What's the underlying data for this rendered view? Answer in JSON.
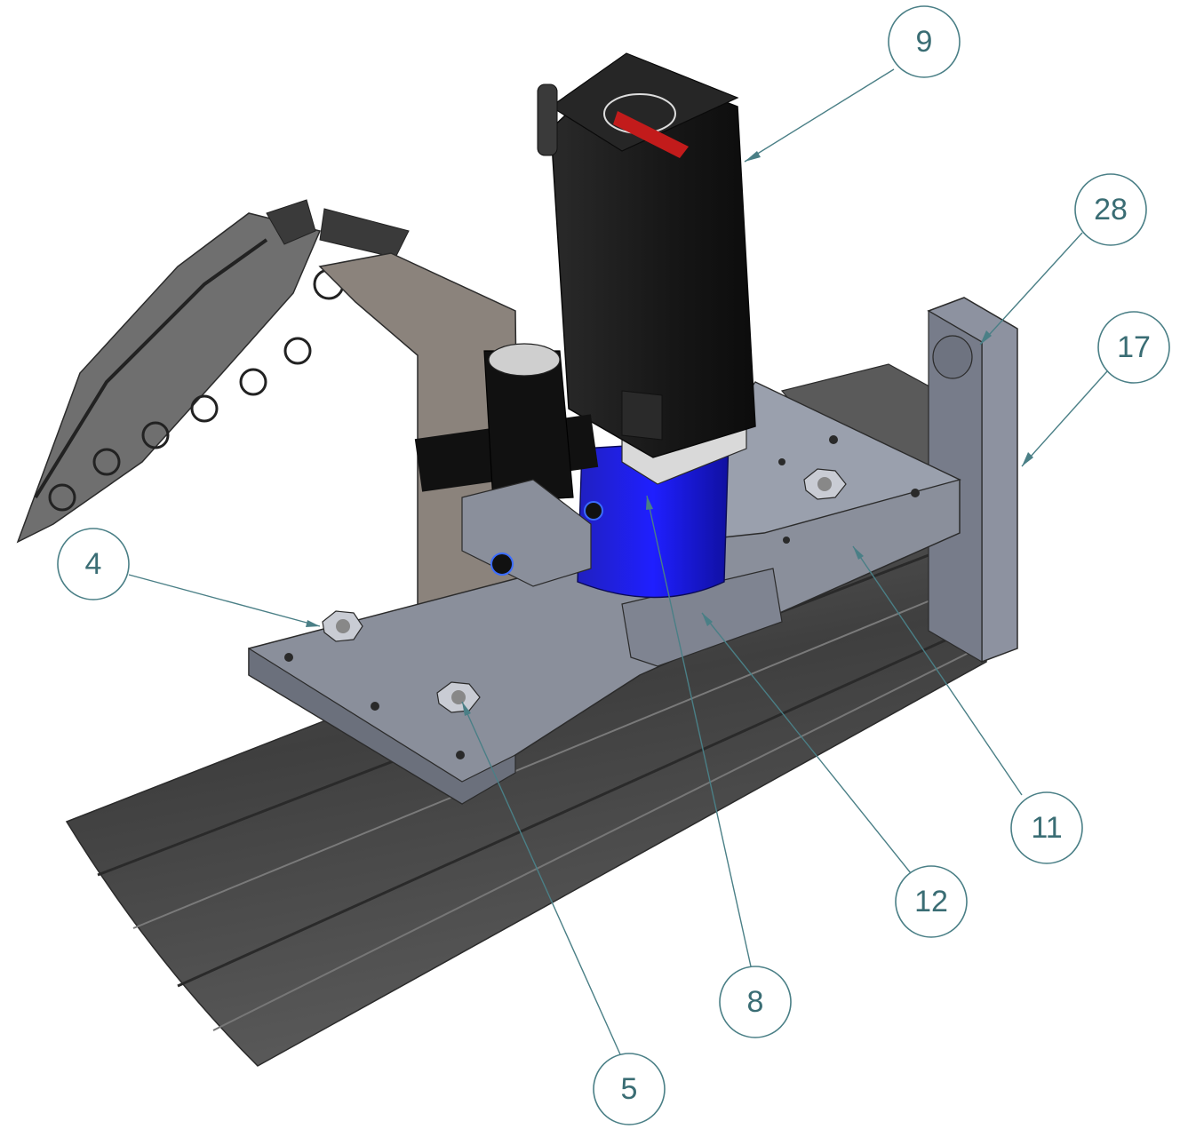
{
  "callouts": {
    "c9": {
      "label": "9"
    },
    "c28": {
      "label": "28"
    },
    "c17": {
      "label": "17"
    },
    "c4": {
      "label": "4"
    },
    "c11": {
      "label": "11"
    },
    "c12": {
      "label": "12"
    },
    "c8": {
      "label": "8"
    },
    "c5": {
      "label": "5"
    }
  },
  "colors": {
    "balloon_stroke": "#4a7f86",
    "balloon_text": "#3a6d74",
    "motor_body": "#1b1b1b",
    "coupler_blue": "#1a1aff",
    "plate_gray": "#8a8f9b",
    "rail_dark": "#4b4b4b",
    "bracket_brown": "#8b837c"
  }
}
